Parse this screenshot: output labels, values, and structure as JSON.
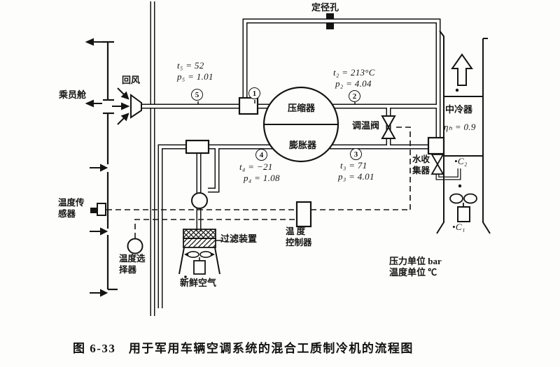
{
  "labels": {
    "cabin": "乘员舱",
    "return_air": "回风",
    "orifice": "定径孔",
    "compressor": "压缩器",
    "expander": "膨胀器",
    "temp_valve": "调温阀",
    "intercooler": "中冷器",
    "intercooler_eff": "ηₕ = 0.9",
    "water_collector": "水收\n集器",
    "temp_sensor": "温度传\n感器",
    "temp_selector": "温度选\n择器",
    "temp_controller": "温 度\n控制器",
    "filter": "过滤装置",
    "fresh_air": "新鲜空气",
    "units_pressure": "压力单位  bar",
    "units_temperature": "温度单位  ℃",
    "c_top": "•C₂",
    "c_bottom": "•C₁",
    "caption": "图 6-33　用于军用车辆空调系统的混合工质制冷机的流程图"
  },
  "states": {
    "s1": {
      "num": "1"
    },
    "s2": {
      "num": "2",
      "t": "t₂ = 213°C",
      "p": "p₂ = 4.04"
    },
    "s3": {
      "num": "3",
      "t": "t₃ = 71",
      "p": "p₃ = 4.01"
    },
    "s4": {
      "num": "4",
      "t": "t₄ = −21",
      "p": "p₄ = 1.08"
    },
    "s5": {
      "num": "5",
      "t": "t₅ = 52",
      "p": "p₅ = 1.01"
    }
  },
  "colors": {
    "ink": "#141414",
    "paper": "#fdfdfb"
  }
}
